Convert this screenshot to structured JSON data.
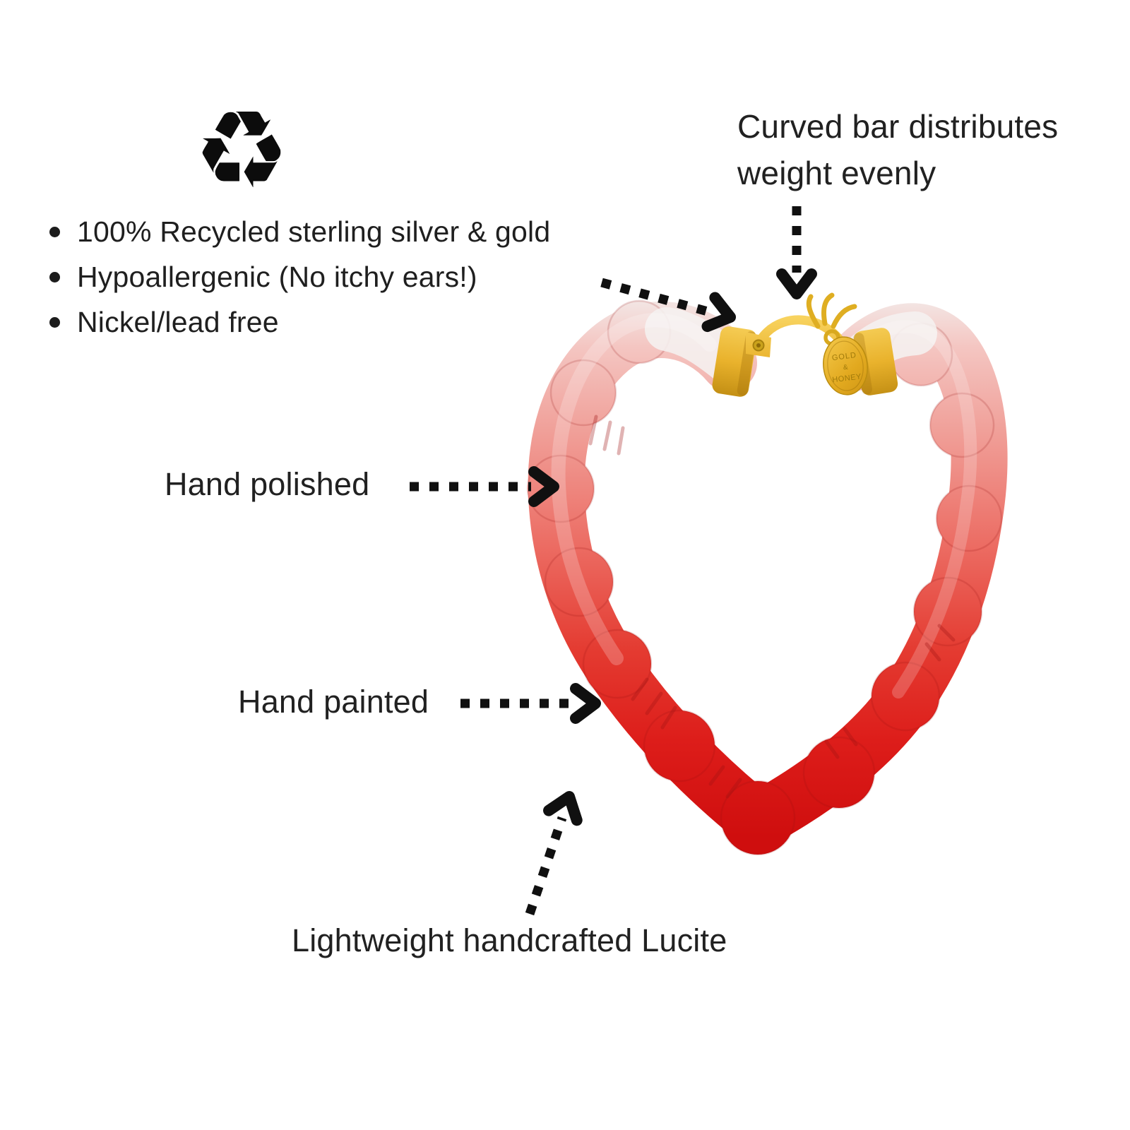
{
  "canvas": {
    "background": "#ffffff"
  },
  "icons": {
    "recycle": "♻"
  },
  "features": {
    "items": [
      "100% Recycled sterling silver & gold",
      "Hypoallergenic (No itchy ears!)",
      "Nickel/lead free"
    ]
  },
  "callouts": {
    "curved_bar": "Curved bar distributes weight evenly",
    "hand_polished": "Hand polished",
    "hand_painted": "Hand painted",
    "lucite": "Lightweight handcrafted Lucite"
  },
  "earring": {
    "brand_disc": {
      "line1": "GOLD",
      "line2": "&",
      "line3": "HONEY"
    },
    "colors": {
      "lucite_clear": "#f6f0ef",
      "lucite_pink": "#f0948d",
      "lucite_red": "#de1514",
      "gold": "#e9b53a",
      "gold_dark": "#bb8d10",
      "label_text": "#212121",
      "arrow": "#101010"
    }
  }
}
